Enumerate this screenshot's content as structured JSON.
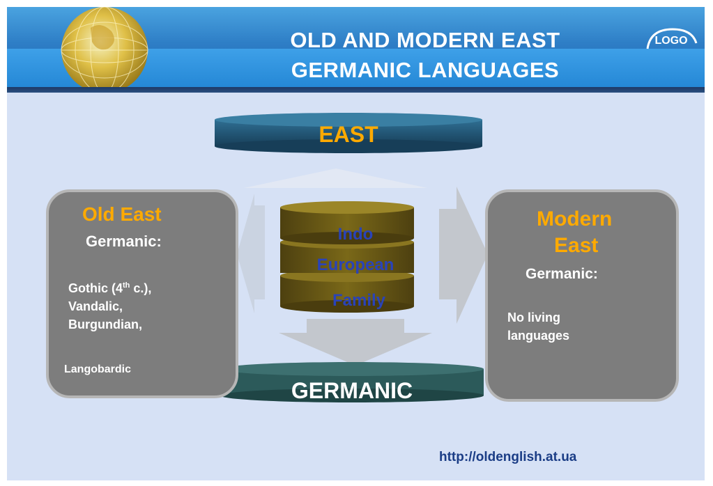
{
  "header": {
    "title_line1": "OLD AND MODERN EAST",
    "title_line2": "GERMANIC LANGUAGES",
    "logo": "LOGO"
  },
  "diagram": {
    "top_disc": "EAST",
    "bottom_disc": "GERMANIC",
    "center_stack": [
      "Indo",
      "European",
      "Family"
    ],
    "left_box": {
      "title": "Old East",
      "subtitle": "Germanic:",
      "items": [
        "Gothic (4",
        "th",
        " c.),",
        "Vandalic,",
        "Burgundian,",
        "Langobardic"
      ]
    },
    "right_box": {
      "title_line1": "Modern",
      "title_line2": "East",
      "subtitle": "Germanic:",
      "items": [
        "No living",
        "languages"
      ]
    }
  },
  "footer": {
    "url": "http://oldenglish.at.ua"
  },
  "colors": {
    "header_blue": "#2e7ec6",
    "background": "#d6e1f5",
    "box_gray": "#7d7d7d",
    "accent_orange": "#ffaa00",
    "disc_teal": "#1e4f6e",
    "stack_olive": "#6b5a16",
    "stack_text_blue": "#2a43b8",
    "url_blue": "#1b3d86"
  }
}
